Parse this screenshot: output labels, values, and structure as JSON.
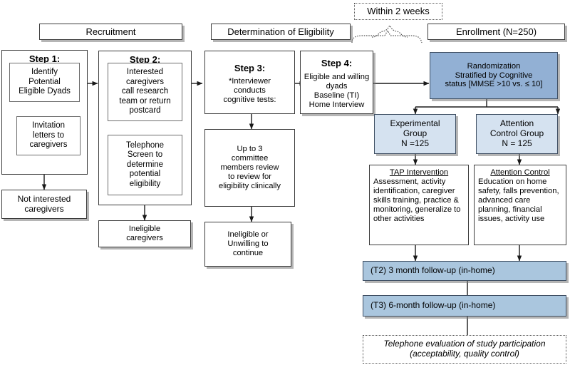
{
  "diagram": {
    "title": "CONSORT-style study flow diagram",
    "colors": {
      "randomization_fill": "#92b0d4",
      "group_fill": "#d5e2f0",
      "followup_fill": "#aac6de",
      "border": "#3f4f63",
      "page_background": "#ffffff"
    }
  },
  "headers": [
    {
      "id": "recruitment",
      "label": "Recruitment"
    },
    {
      "id": "determination",
      "label": "Determination of Eligibility"
    },
    {
      "id": "enrollment",
      "label": "Enrollment (N=250)"
    },
    {
      "id": "within_two_weeks",
      "label": "Within 2 weeks"
    }
  ],
  "steps": {
    "step1": {
      "title": "Step 1:",
      "inner": [
        {
          "id": "identify",
          "text": "Identify\nPotential\nEligible Dyads"
        },
        {
          "id": "invitation",
          "text": "Invitation\nletters to\ncaregivers"
        }
      ],
      "exit": {
        "id": "not-interested",
        "text": "Not interested\ncaregivers"
      }
    },
    "step2": {
      "title": "Step 2:",
      "inner": [
        {
          "id": "interested",
          "text": "Interested\ncaregivers\ncall research\nteam or return\npostcard"
        },
        {
          "id": "telephone-screen",
          "text": "Telephone\nScreen to\ndetermine\npotential\neligibility"
        }
      ],
      "exit": {
        "id": "ineligible-caregivers",
        "text": "Ineligible\ncaregivers"
      }
    },
    "step3": {
      "title": "Step 3:",
      "body": "*Interviewer\nconducts\ncognitive tests:",
      "next": {
        "id": "committee-review",
        "text": "Up to 3\ncommittee\nmembers review\nto review for\neligibility clinically"
      },
      "exit": {
        "id": "ineligible-unwilling",
        "text": "Ineligible or\nUnwilling to\ncontinue"
      }
    },
    "step4": {
      "title": "Step 4:",
      "body": "Eligible and willing\ndyads\nBaseline (TI)\nHome Interview"
    }
  },
  "enrollment_arm": {
    "randomization": {
      "id": "randomization",
      "text": "Randomization\nStratified by Cognitive\nstatus [MMSE >10 vs. ≤ 10]"
    },
    "groups": [
      {
        "id": "experimental-group",
        "text": "Experimental\nGroup\nN =125"
      },
      {
        "id": "attention-control-group",
        "text": "Attention\nControl Group\nN = 125"
      }
    ],
    "interventions": [
      {
        "id": "tap-intervention",
        "heading": "TAP Intervention",
        "body": "Assessment, activity identification, caregiver skills training, practice & monitoring, generalize to other activities"
      },
      {
        "id": "attention-control",
        "heading": "Attention Control",
        "body": "Education on home safety, falls prevention, advanced care planning, financial issues, activity use"
      }
    ],
    "followups": [
      {
        "id": "t2-followup",
        "text": "(T2) 3 month follow-up (in-home)"
      },
      {
        "id": "t3-followup",
        "text": "(T3) 6-month follow-up (in-home)"
      }
    ],
    "final": {
      "id": "telephone-evaluation",
      "line1": "Telephone evaluation of study participation",
      "line2": "(acceptability, quality control)"
    }
  }
}
